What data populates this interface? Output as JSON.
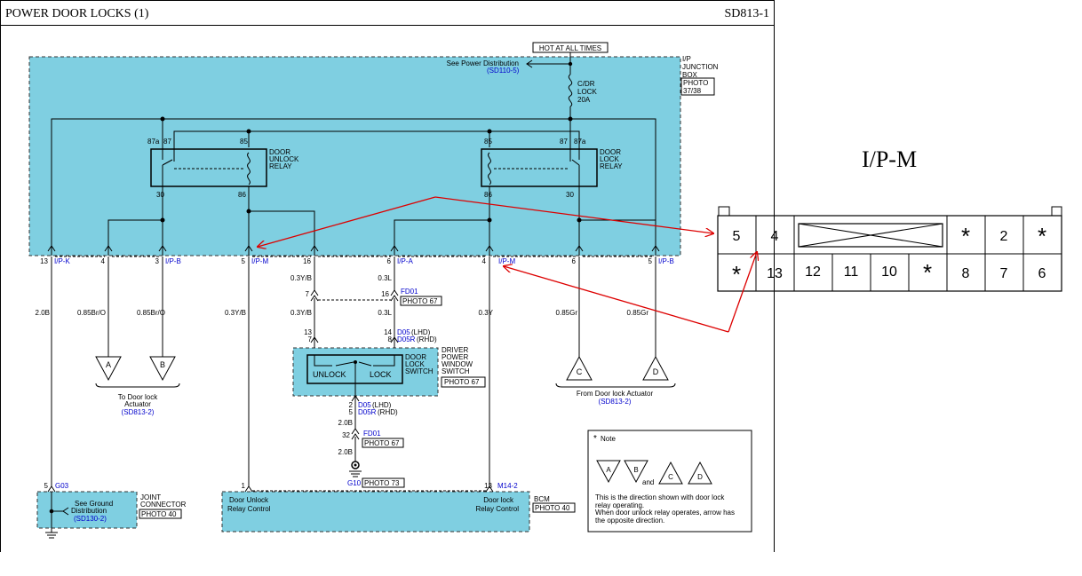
{
  "header": {
    "title": "POWER DOOR LOCKS (1)",
    "code": "SD813-1"
  },
  "colors": {
    "box": "#7fcfe1",
    "wire": "#000000",
    "link": "#0000cc",
    "arrow": "#dd0000"
  },
  "power": {
    "hot": "HOT AT ALL TIMES",
    "see_pd": "See Power Distribution",
    "see_pd_ref": "(SD110-5)",
    "fuse": [
      "C/DR",
      "LOCK",
      "20A"
    ],
    "jbox": [
      "I/P",
      "JUNCTION",
      "BOX"
    ],
    "jbox_photo": [
      "PHOTO",
      "37/38"
    ]
  },
  "relays": {
    "unlock": {
      "name": [
        "DOOR",
        "UNLOCK",
        "RELAY"
      ],
      "pins": {
        "p87a": "87a",
        "p87": "87",
        "p85": "85",
        "p30": "30",
        "p86": "86"
      }
    },
    "lock": {
      "name": [
        "DOOR",
        "LOCK",
        "RELAY"
      ],
      "pins": {
        "p85": "85",
        "p87": "87",
        "p87a": "87a",
        "p86": "86",
        "p30": "30"
      }
    }
  },
  "terminals": [
    {
      "num": "13",
      "conn": "I/P-K"
    },
    {
      "num": "4",
      "conn": ""
    },
    {
      "num": "3",
      "conn": "I/P-B"
    },
    {
      "num": "5",
      "conn": "I/P-M"
    },
    {
      "num": "16",
      "conn": ""
    },
    {
      "num": "6",
      "conn": "I/P-A"
    },
    {
      "num": "4",
      "conn": "I/P-M"
    },
    {
      "num": "6",
      "conn": ""
    },
    {
      "num": "5",
      "conn": "I/P-B"
    }
  ],
  "wires": {
    "w1": "2.0B",
    "w2": "0.85Br/O",
    "w3": "0.85Br/O",
    "w4": "0.3Y/B",
    "w5a": "0.3Y/B",
    "w5b": "0.3Y/B",
    "w6a": "0.3L",
    "w6b": "0.3L",
    "w7": "0.3Y",
    "w8": "0.85Gr",
    "w9": "0.85Gr",
    "w10": "2.0B",
    "w11": "2.0B"
  },
  "fd01_top": {
    "pin_l": "7",
    "pin_r": "16",
    "name": "FD01",
    "photo": "PHOTO 67"
  },
  "switch": {
    "pin_l": "13",
    "pin_l2": "7",
    "pin_r": "14",
    "pin_r2": "8",
    "conn1": "D05",
    "conn1_side": "(LHD)",
    "conn2": "D05R",
    "conn2_side": "(RHD)",
    "unlock": "UNLOCK",
    "lock": "LOCK",
    "name": [
      "DOOR",
      "LOCK",
      "SWITCH"
    ],
    "title": [
      "DRIVER",
      "POWER",
      "WINDOW",
      "SWITCH"
    ],
    "photo": "PHOTO 67",
    "bot_pin1": "2",
    "bot_pin2": "5",
    "bot_conn1": "D05",
    "bot_side1": "(LHD)",
    "bot_conn2": "D05R",
    "bot_side2": "(RHD)"
  },
  "fd01_bot": {
    "pin": "32",
    "name": "FD01",
    "photo": "PHOTO 67"
  },
  "g10": {
    "name": "G10",
    "photo": "PHOTO 73"
  },
  "actuators": {
    "letters": [
      "A",
      "B",
      "C",
      "D"
    ],
    "to_label": [
      "To Door lock",
      "Actuator"
    ],
    "to_ref": "(SD813-2)",
    "from_label": "From Door lock Actuator",
    "from_ref": "(SD813-2)"
  },
  "joint": {
    "pin": "5",
    "conn": "G03",
    "text": [
      "See Ground",
      "Distribution"
    ],
    "ref": "(SD130-2)",
    "name": [
      "JOINT",
      "CONNECTOR"
    ],
    "photo": "PHOTO 40"
  },
  "bcm": {
    "pin_l": "1",
    "pin_r": "13",
    "conn_r": "M14-2",
    "left": [
      "Door Unlock",
      "Relay Control"
    ],
    "right": [
      "Door lock",
      "Relay Control"
    ],
    "name": "BCM",
    "photo": "PHOTO 40"
  },
  "note": {
    "title": "Note",
    "and": "and",
    "letters": [
      "A",
      "B",
      "C",
      "D"
    ],
    "text": [
      "This is the direction shown with door lock",
      "relay operating.",
      "When door unlock relay operates, arrow has",
      "the opposite direction."
    ]
  },
  "connector": {
    "title": "I/P-M",
    "row1": [
      "5",
      "4",
      "X",
      "*",
      "2",
      "*"
    ],
    "row2": [
      "*",
      "13",
      "12",
      "11",
      "10",
      "*",
      "8",
      "7",
      "6"
    ]
  }
}
